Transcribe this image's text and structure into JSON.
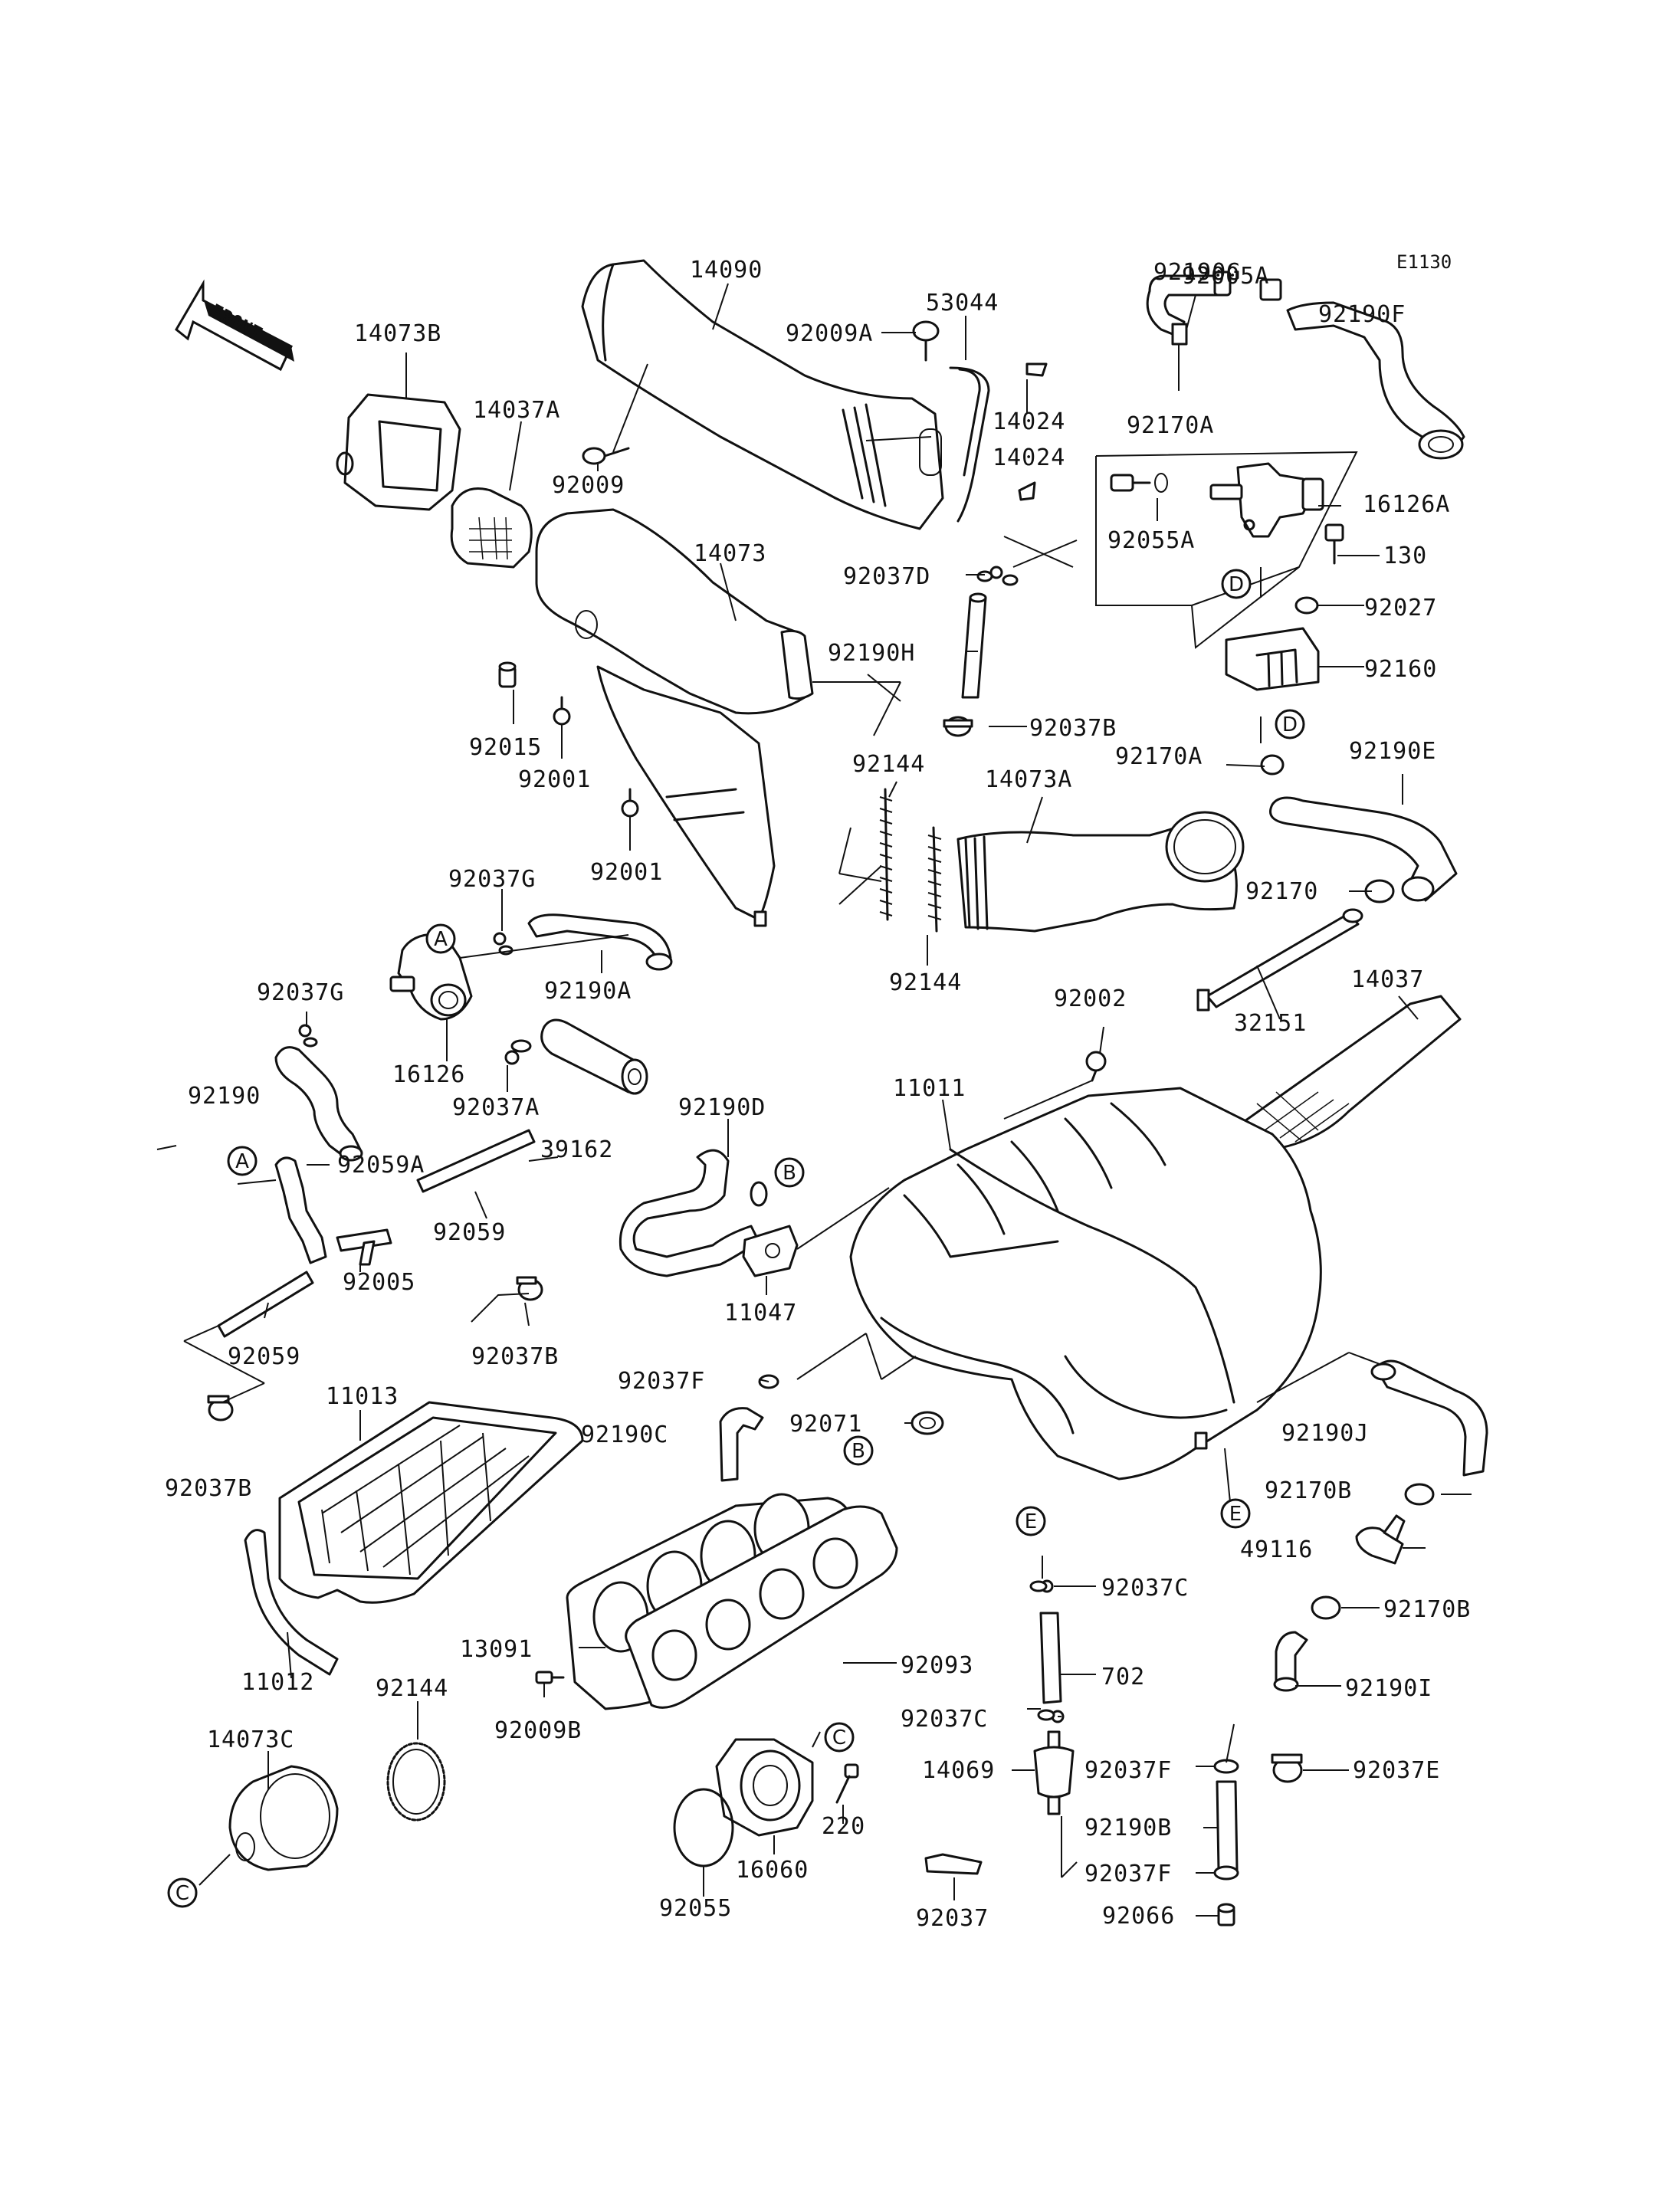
{
  "diagram": {
    "reference_code": "E1130",
    "front_arrow_text": "FRONT"
  },
  "labels": {
    "p14090": "14090",
    "p14073B": "14073B",
    "p14037A": "14037A",
    "p92009A": "92009A",
    "p53044": "53044",
    "p14024a": "14024",
    "p14024b": "14024",
    "p92009": "92009",
    "p92190G": "92190G",
    "p92005A": "92005A",
    "p92190F": "92190F",
    "p92170A_top": "92170A",
    "p16126A": "16126A",
    "p92055A": "92055A",
    "p130": "130",
    "p92027": "92027",
    "p92160": "92160",
    "p14073": "14073",
    "p92037D": "92037D",
    "p92190H": "92190H",
    "p92015": "92015",
    "p92037B_top": "92037B",
    "p92001a": "92001",
    "p92001b": "92001",
    "p92144a": "92144",
    "p92170A_mid": "92170A",
    "p92190E": "92190E",
    "p14073A": "14073A",
    "p92170": "92170",
    "p92037G_a": "92037G",
    "p92190A": "92190A",
    "p92144b": "92144",
    "p32151": "32151",
    "p14037": "14037",
    "p92037G_b": "92037G",
    "p16126": "16126",
    "p92002": "92002",
    "p92190": "92190",
    "p92037A": "92037A",
    "p11011": "11011",
    "p92190D": "92190D",
    "p92059A": "92059A",
    "p39162": "39162",
    "p92059a": "92059",
    "p92005": "92005",
    "p11047": "11047",
    "p92037B_mid": "92037B",
    "p92059b": "92059",
    "p92037F_a": "92037F",
    "p11013": "11013",
    "p92071": "92071",
    "p92190C": "92190C",
    "p92190J": "92190J",
    "p92037B_low": "92037B",
    "p92170B_a": "92170B",
    "p49116": "49116",
    "p92037C_a": "92037C",
    "p92170B_b": "92170B",
    "p13091": "13091",
    "p92093": "92093",
    "p702": "702",
    "p92190I": "92190I",
    "p11012": "11012",
    "p92144c": "92144",
    "p92009B": "92009B",
    "p92037C_b": "92037C",
    "p14069": "14069",
    "p92037F_b": "92037F",
    "p92037E": "92037E",
    "p14073C": "14073C",
    "p220": "220",
    "p92190B": "92190B",
    "p16060": "16060",
    "p92037F_c": "92037F",
    "p92055": "92055",
    "p92037": "92037",
    "p92066": "92066"
  },
  "callouts": {
    "A1": "A",
    "A2": "A",
    "B1": "B",
    "B2": "B",
    "C1": "C",
    "C2": "C",
    "D1": "D",
    "D2": "D",
    "E1": "E",
    "E2": "E"
  }
}
